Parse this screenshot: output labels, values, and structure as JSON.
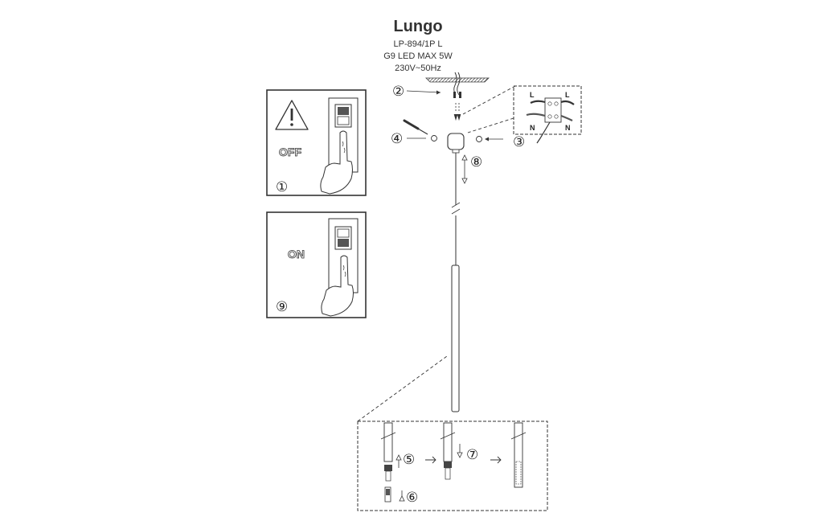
{
  "header": {
    "title": "Lungo",
    "model": "LP-894/1P L",
    "lamp": "G9 LED MAX 5W",
    "voltage": "230V~50Hz"
  },
  "panels": {
    "off_label": "OFF",
    "on_label": "ON"
  },
  "steps": {
    "s1": "①",
    "s2": "②",
    "s3": "③",
    "s4": "④",
    "s5": "⑤",
    "s6": "⑥",
    "s7": "⑦",
    "s8": "⑧",
    "s9": "⑨"
  },
  "wiring": {
    "live": "L",
    "neutral": "N"
  },
  "icons": [
    "warning-icon",
    "switch-icon",
    "hand-icon",
    "screwdriver-icon",
    "arrow-icon"
  ]
}
